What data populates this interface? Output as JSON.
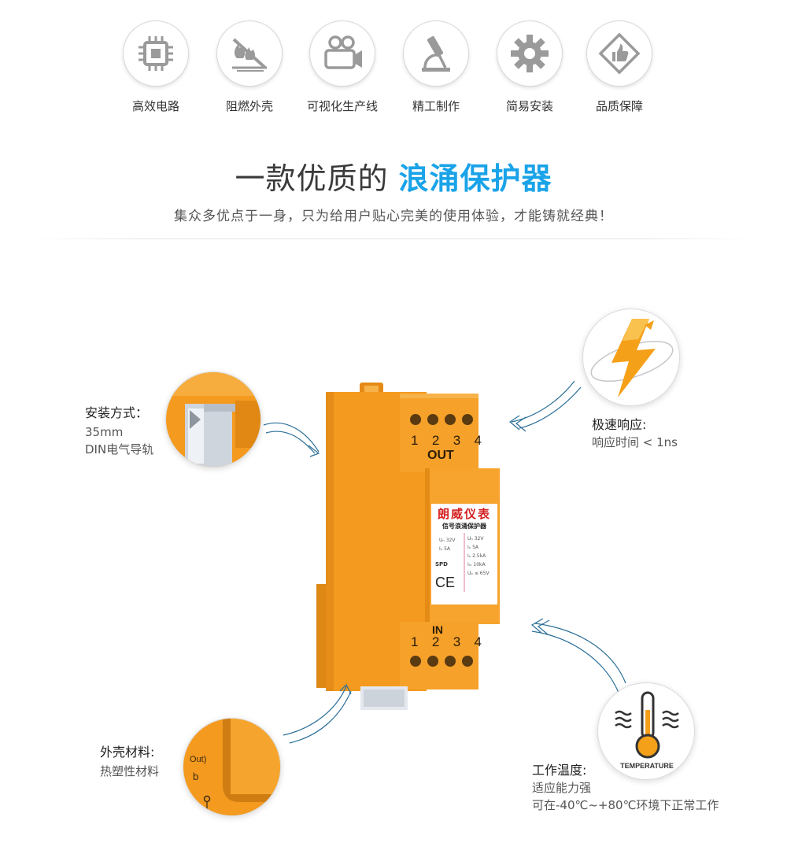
{
  "features": [
    {
      "label": "高效电路",
      "icon": "chip-icon"
    },
    {
      "label": "阻燃外壳",
      "icon": "flame-retardant-icon"
    },
    {
      "label": "可视化生产线",
      "icon": "video-camera-icon"
    },
    {
      "label": "精工制作",
      "icon": "microscope-icon"
    },
    {
      "label": "简易安装",
      "icon": "gear-icon"
    },
    {
      "label": "品质保障",
      "icon": "thumbs-up-icon"
    }
  ],
  "headline": {
    "prefix": "一款优质的 ",
    "accent": "浪涌保护器"
  },
  "subline": "集众多优点于一身，只为给用户贴心完美的使用体验，才能铸就经典！",
  "callouts": {
    "install": {
      "title": "安装方式：",
      "line1": "35mm",
      "line2": "DIN电气导轨"
    },
    "response": {
      "title": "极速响应:",
      "line1": "响应时间 < 1ns"
    },
    "material": {
      "title": "外壳材料:",
      "line1": "热塑性材料",
      "closeup_text1": "Out)",
      "closeup_text2": "b"
    },
    "temperature": {
      "title": "工作温度:",
      "line1": "适应能力强",
      "line2": "可在-40℃~+80℃环境下正常工作",
      "icon_label": "TEMPERATURE"
    }
  },
  "product": {
    "top_terminals": [
      "1",
      "2",
      "3",
      "4"
    ],
    "top_label": "OUT",
    "bottom_label": "IN",
    "bottom_terminals": [
      "1",
      "2",
      "3",
      "4"
    ],
    "brand": "朗威仪表",
    "model": "信号浪涌保护器",
    "spec_left": [
      "Uₙ  32V",
      "Iₙ  5A"
    ],
    "spec_right": [
      "Uₙ  32V",
      "Iₙ  5A",
      "Iₙ  2.5kA",
      "Iₘ  10kA",
      "Uₚ  ≤ 65V"
    ],
    "spd_label": "SPD",
    "ce_mark": "CE"
  },
  "colors": {
    "accent_blue": "#1aa3e8",
    "housing_orange": "#f39a1f",
    "housing_dark": "#d97f10",
    "icon_gray": "#9a9a9a",
    "arrow_blue": "#2b6f99",
    "brand_red": "#d42020"
  }
}
